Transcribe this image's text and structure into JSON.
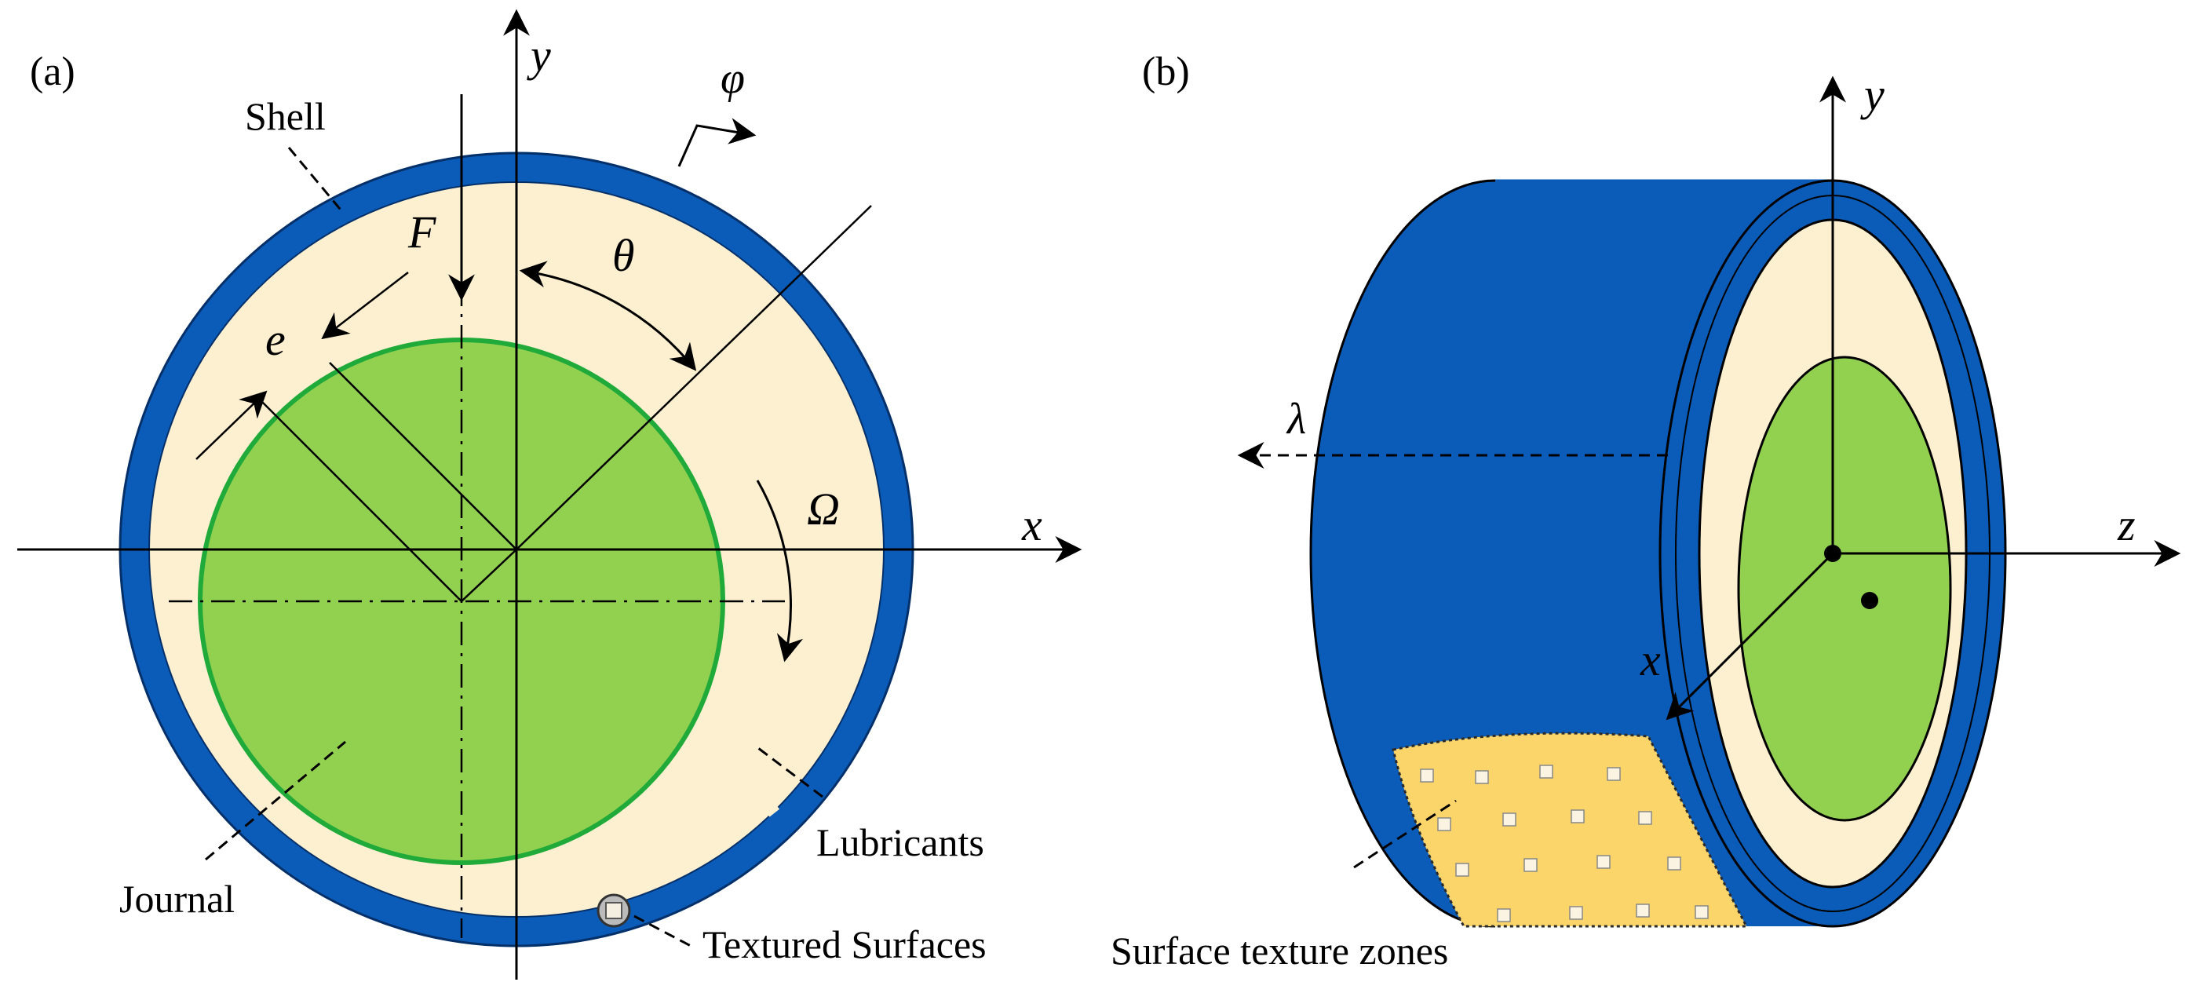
{
  "panel_a": {
    "label": "(a)",
    "axis_x": "x",
    "axis_y": "y",
    "phi": "φ",
    "force": "F",
    "theta": "θ",
    "eccentricity": "e",
    "omega": "Ω",
    "callouts": {
      "shell": "Shell",
      "lubricants": "Lubricants",
      "journal": "Journal",
      "textured": "Textured Surfaces"
    }
  },
  "panel_b": {
    "label": "(b)",
    "axis_y": "y",
    "axis_z": "z",
    "axis_x": "x",
    "lambda": "λ",
    "callout_texture": "Surface texture zones"
  },
  "colors": {
    "shell": "#0a5cb8",
    "lubricant": "#fdf0d0",
    "journal": "#92d050",
    "journal_edge": "#1faa3a",
    "texture": "#fcd56a"
  }
}
